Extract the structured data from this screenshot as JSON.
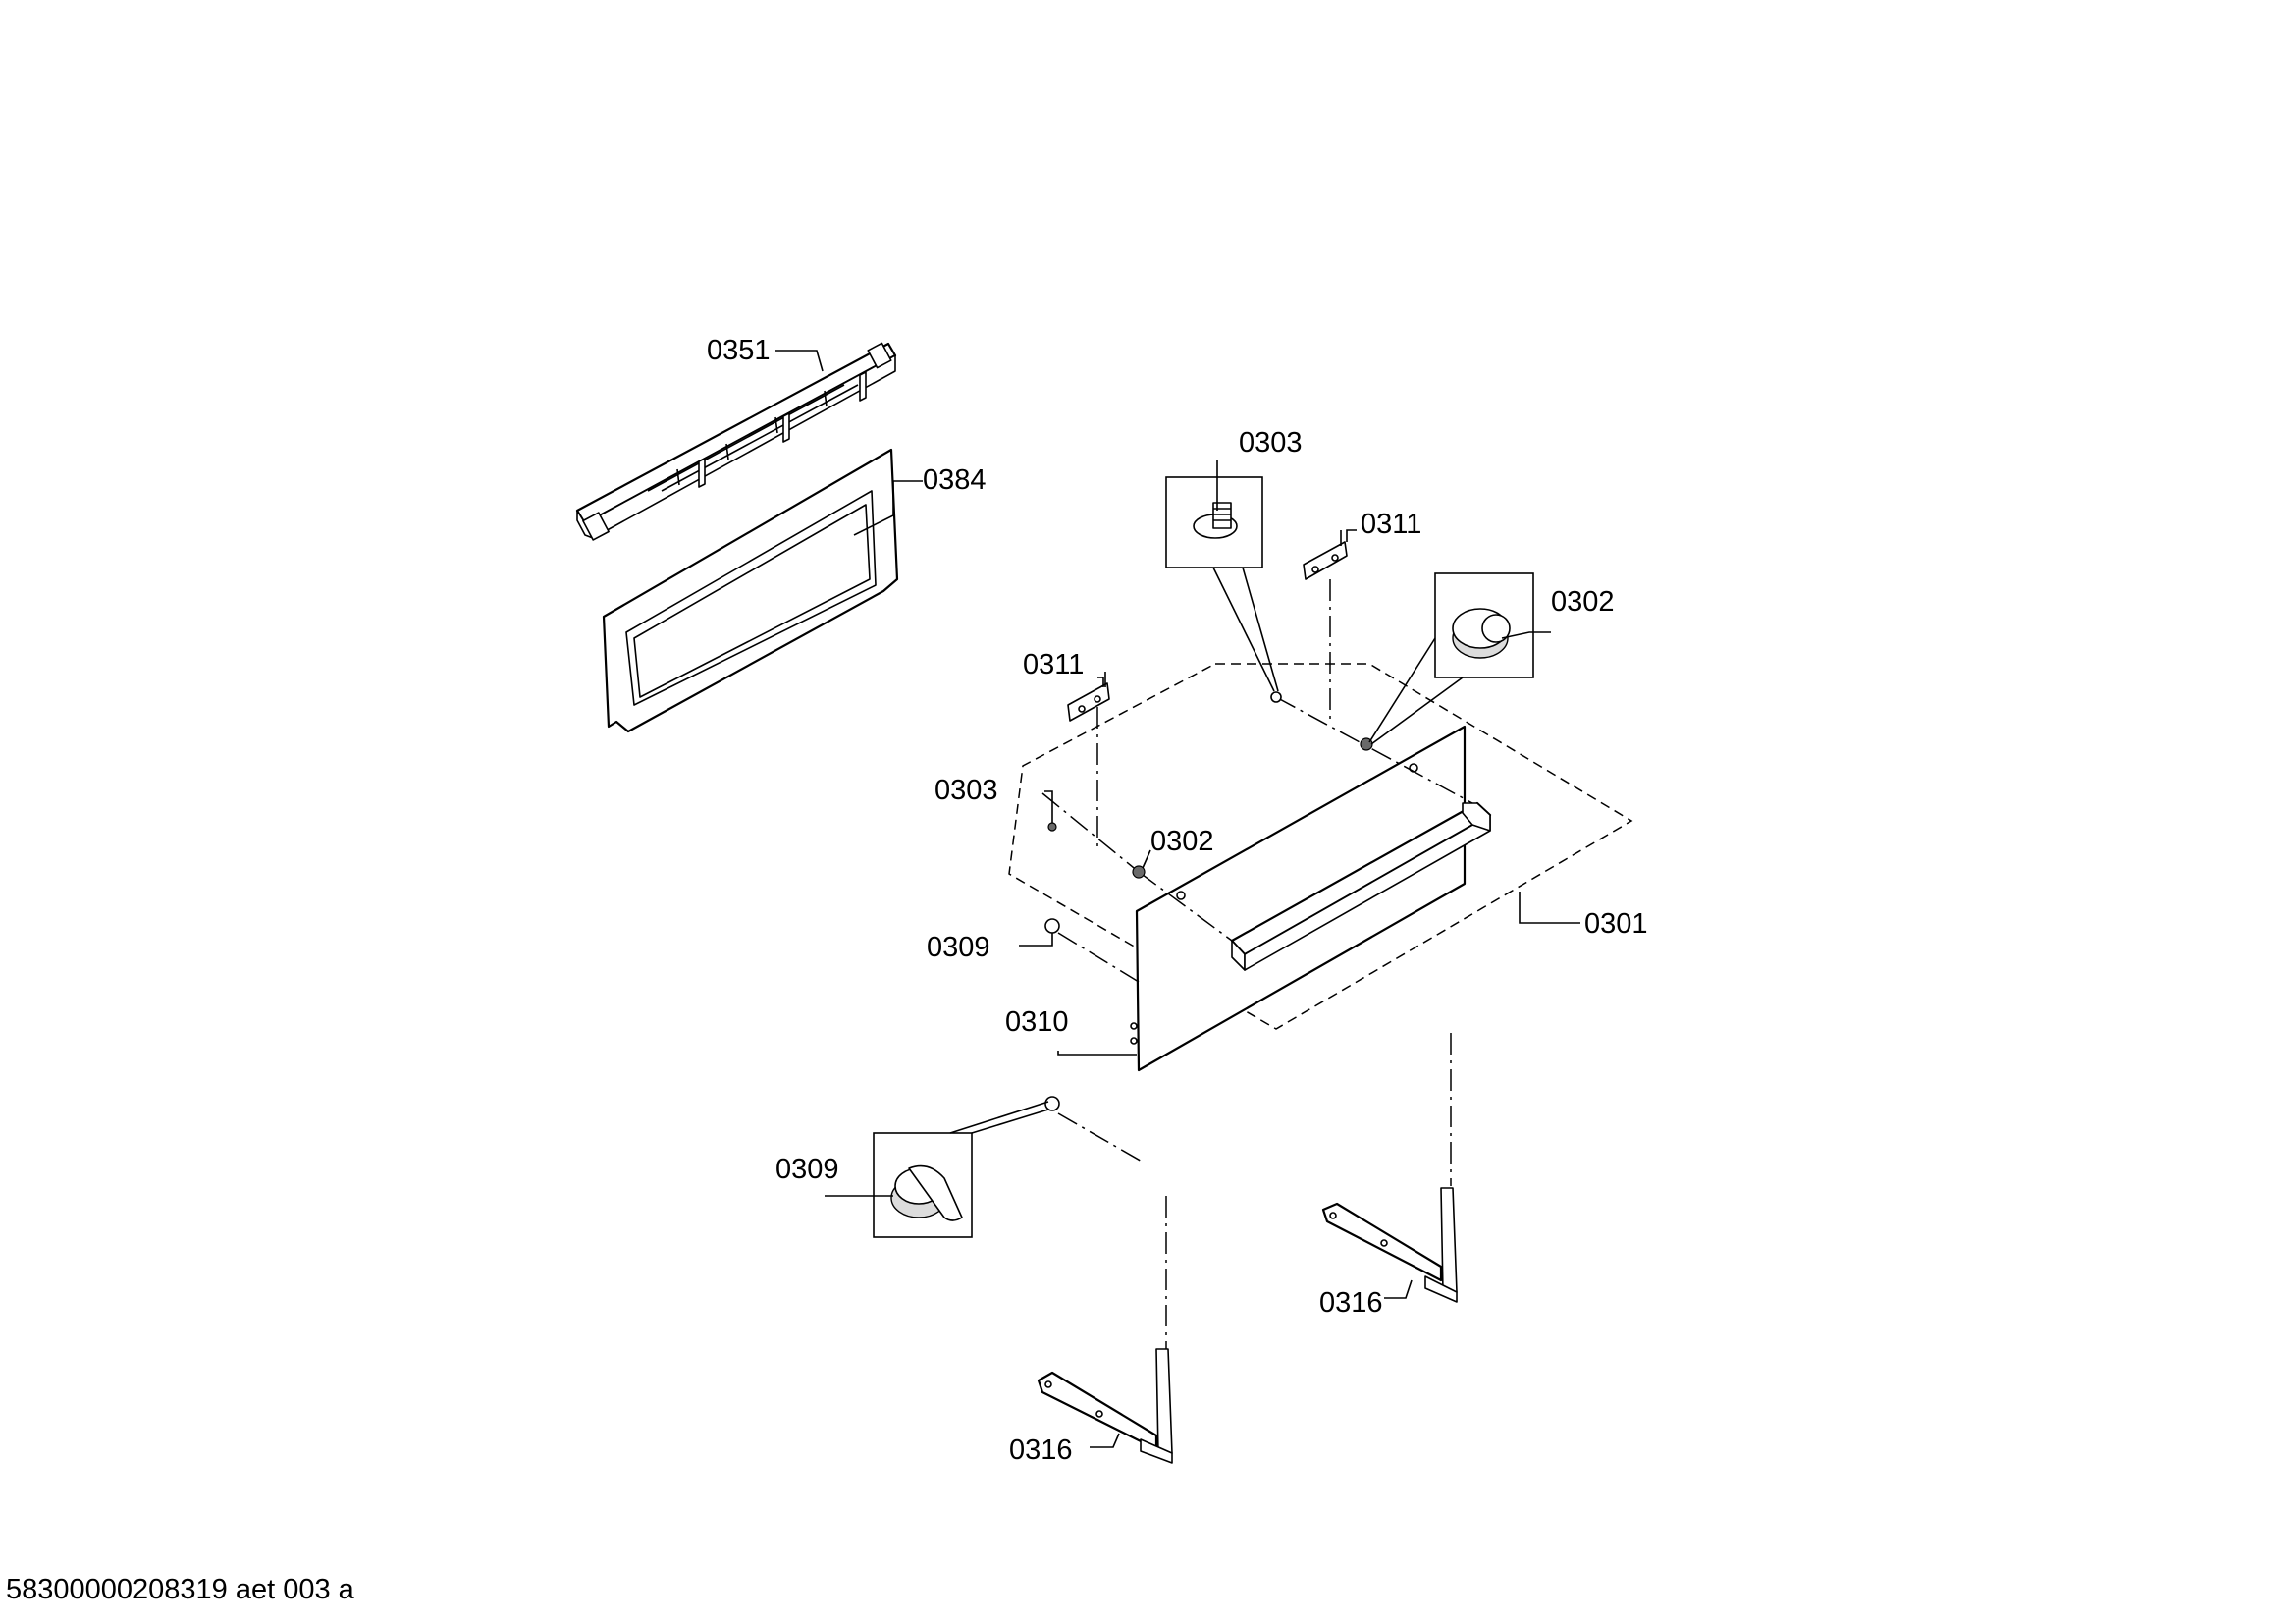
{
  "diagram": {
    "labels": [
      {
        "id": "l0351",
        "text": "0351"
      },
      {
        "id": "l0384",
        "text": "0384"
      },
      {
        "id": "l0303a",
        "text": "0303"
      },
      {
        "id": "l0311a",
        "text": "0311"
      },
      {
        "id": "l0302a",
        "text": "0302"
      },
      {
        "id": "l0311b",
        "text": "0311"
      },
      {
        "id": "l0303b",
        "text": "0303"
      },
      {
        "id": "l0302b",
        "text": "0302"
      },
      {
        "id": "l0301",
        "text": "0301"
      },
      {
        "id": "l0309a",
        "text": "0309"
      },
      {
        "id": "l0310",
        "text": "0310"
      },
      {
        "id": "l0309b",
        "text": "0309"
      },
      {
        "id": "l0316a",
        "text": "0316"
      },
      {
        "id": "l0316b",
        "text": "0316"
      }
    ],
    "footer": "58300000208319 aet 003 a"
  }
}
